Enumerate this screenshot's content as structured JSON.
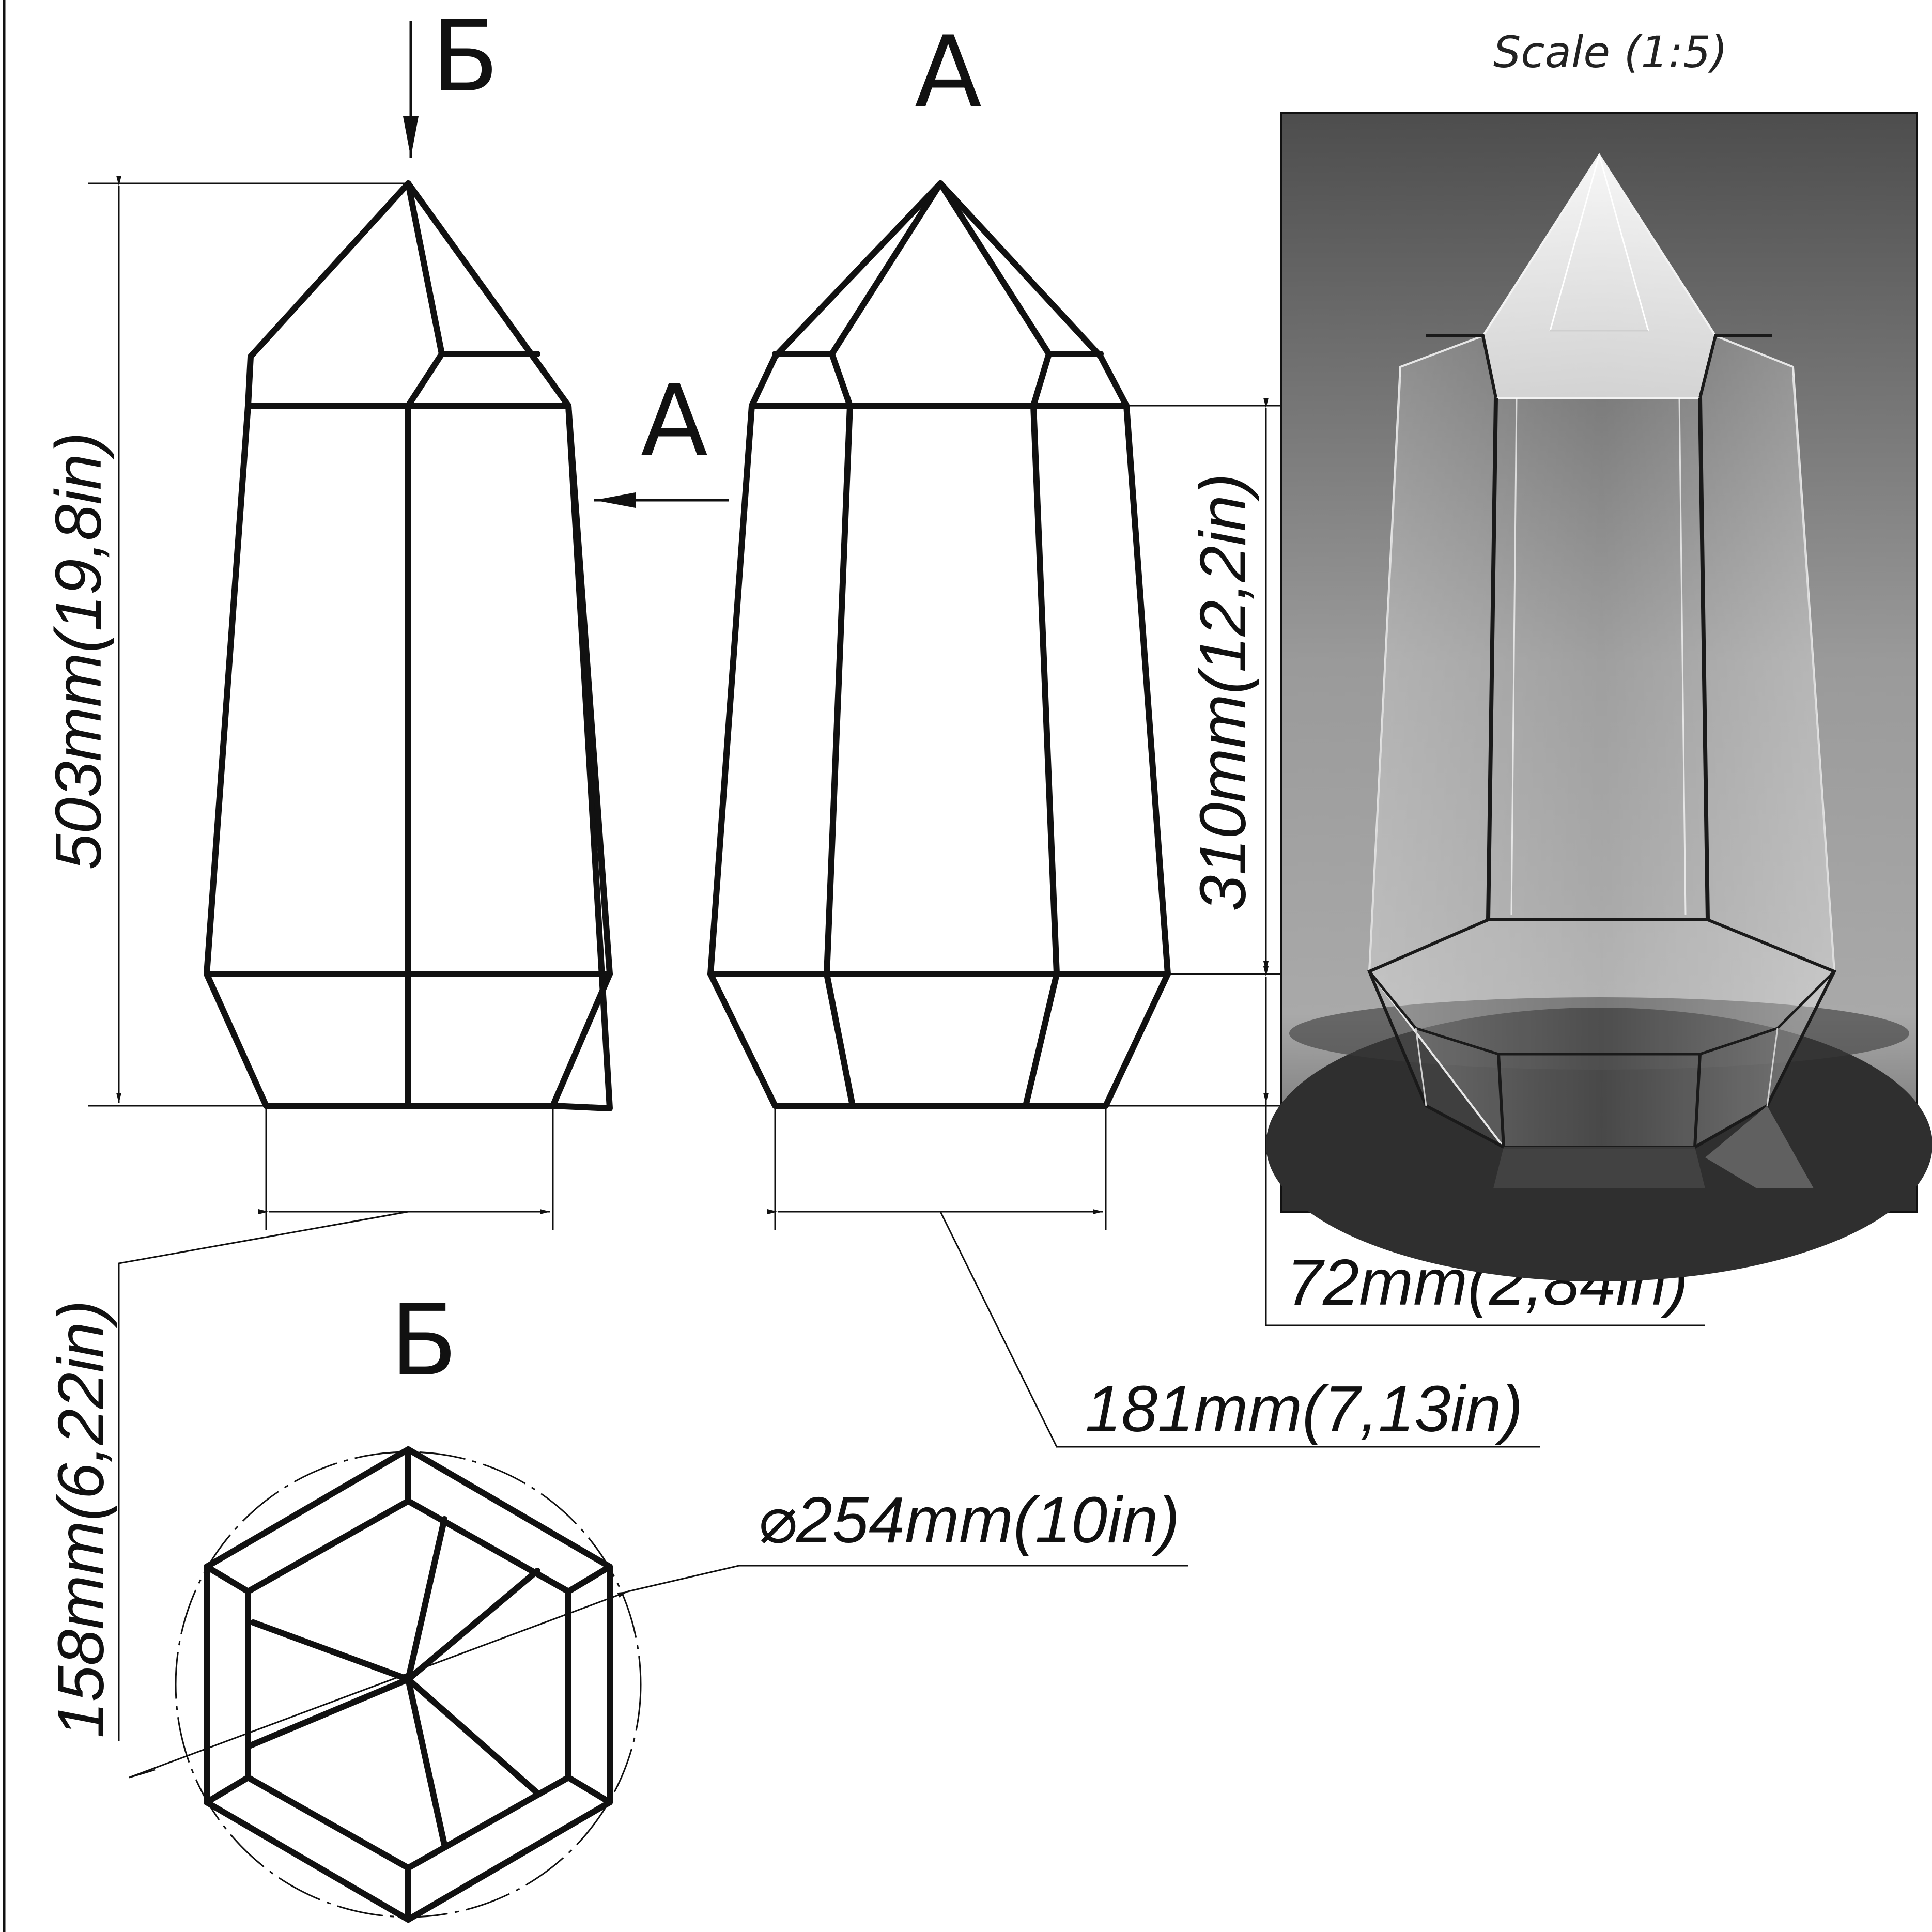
{
  "views": {
    "top_view_letter": "Б",
    "front_view_letter": "А",
    "arrow_label_side": "А",
    "bottom_view_letter": "Б"
  },
  "scale": {
    "label": "Scale (1:5)"
  },
  "dimensions": {
    "total_height": "503mm(19,8in)",
    "body_height": "310mm(12,2in)",
    "base_height": "72mm(2,84in)",
    "front_width": "181mm(7,13in)",
    "side_width": "158mm(6,22in)",
    "diameter": "⌀254mm(10in)"
  },
  "render": {
    "background": "#5a5a5a",
    "glass_tint": "#e8e8e8",
    "floor": "#2e2e2e"
  }
}
